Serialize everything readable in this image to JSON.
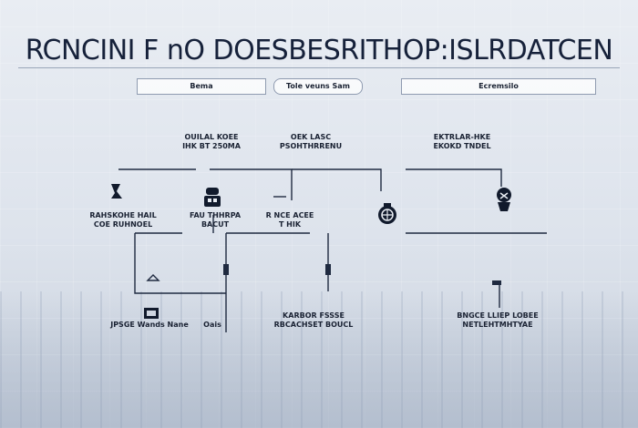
{
  "diagram": {
    "title": "RCNCINI F nO DOESBESRITHOP:ISLRDATCEN",
    "tabs": [
      "Bema",
      "Tole veuns Sam",
      "Ecremsilo"
    ],
    "labels": {
      "top_left": "OUILAL KOEE\nIHK BT 250MA",
      "top_center": "OEK LASC\nPSOHTHRRENU",
      "top_right": "EKTRLAR-HKE\nEKOKD TNDEL",
      "mid_left": "RAHSKOHE HAIL\nCOE RUHNOEL",
      "mid_center_a": "FAU THHRPA\nBACUT",
      "mid_center_b": "R NCE ACEE\nT HIK",
      "bottom_left_a": "JPSGE Wands Nane",
      "bottom_left_b": "Oais",
      "bottom_center": "KARBOR FSSSE\nRBCACHSET BOUCL",
      "bottom_right": "BNGCE LLIEP LOBEE\nNETLEHTMHTYAE"
    },
    "icons": [
      "clamp-icon",
      "robot-icon",
      "globe-sensor-icon",
      "gear-robot-icon"
    ]
  }
}
